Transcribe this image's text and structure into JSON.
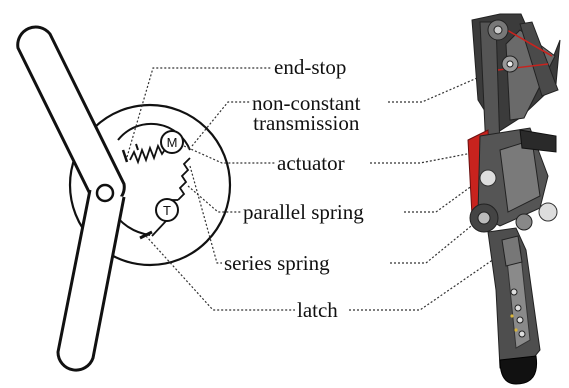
{
  "labels": {
    "end_stop": "end-stop",
    "transmission_line1": "non-constant",
    "transmission_line2": "transmission",
    "actuator": "actuator",
    "parallel_spring": "parallel spring",
    "series_spring": "series spring",
    "latch": "latch"
  },
  "symbols": {
    "motor": "M",
    "transmission": "T"
  },
  "colors": {
    "line": "#111111",
    "leader": "#333333",
    "robot_dark": "#2a2a2a",
    "robot_mid": "#5a5a5a",
    "robot_light": "#9a9a9a",
    "accent_red": "#c8231e"
  }
}
